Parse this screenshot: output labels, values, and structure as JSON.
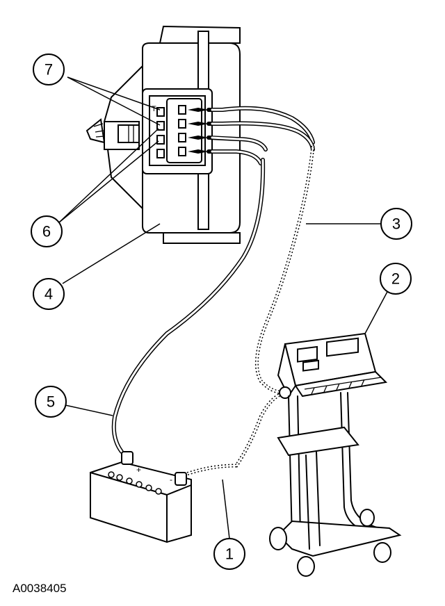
{
  "figure_id": "A0038405",
  "callouts": [
    "1",
    "2",
    "3",
    "4",
    "5",
    "6",
    "7"
  ]
}
